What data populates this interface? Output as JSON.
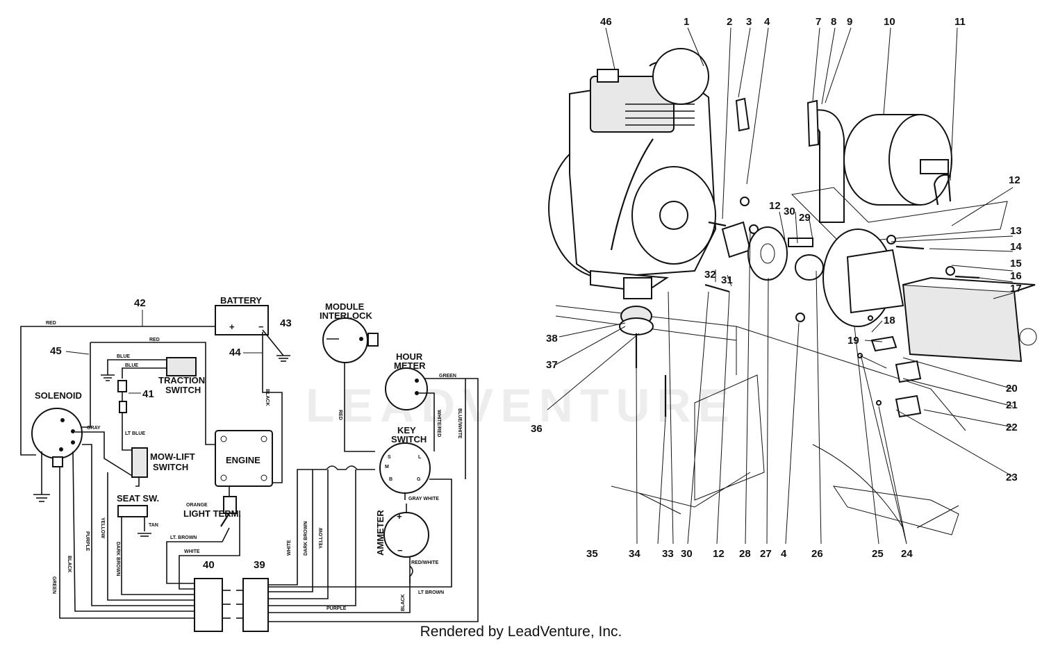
{
  "wiring": {
    "components": {
      "battery": "BATTERY",
      "battery_plus": "+",
      "battery_minus": "−",
      "module_interlock": "MODULE INTERLOCK",
      "traction_switch": "TRACTION SWITCH",
      "solenoid": "SOLENOID",
      "mow_lift_switch": "MOW-LIFT SWITCH",
      "engine": "ENGINE",
      "seat_sw": "SEAT SW.",
      "light_term": "LIGHT TERM.",
      "hour_meter": "HOUR METER",
      "key_switch": "KEY SWITCH",
      "ammeter": "AMMETER",
      "ammeter_plus": "+",
      "ammeter_minus": "−"
    },
    "key_terminals": [
      "S",
      "L",
      "M",
      "B",
      "G"
    ],
    "wire_labels": {
      "red_top": "RED",
      "red_mid": "RED",
      "red_interlock": "RED",
      "blue1": "BLUE",
      "blue2": "BLUE",
      "lt_blue": "LT BLUE",
      "black_batt": "BLACK",
      "black_bottom": "BLACK",
      "black_left": "BLACK",
      "gray": "GRAY",
      "green_hour": "GREEN",
      "green_left": "GREEN",
      "white_red": "WHITE/RED",
      "blue_white": "BLUE/WHITE",
      "gray_white": "GRAY WHITE",
      "red_white": "RED/WHITE",
      "lt_brown_bottom": "LT BROWN",
      "lt_brown_light": "LT. BROWN",
      "white_light": "WHITE",
      "white_v": "WHITE",
      "orange": "ORANGE",
      "tan": "TAN",
      "purple_v": "PURPLE",
      "purple_bottom": "PURPLE",
      "yellow_left": "YELLOW",
      "yellow_right": "YELLOW",
      "dark_brown_left": "DARK BROWN",
      "dark_brown_right": "DARK BROWN"
    },
    "callouts": [
      "42",
      "43",
      "44",
      "45",
      "41",
      "40",
      "39"
    ]
  },
  "exploded": {
    "callouts_top": [
      "46",
      "1",
      "2",
      "3",
      "4",
      "7",
      "8",
      "9",
      "10",
      "11"
    ],
    "callouts_right": [
      "12",
      "13",
      "14",
      "15",
      "16",
      "17",
      "18",
      "19",
      "20",
      "21",
      "22",
      "23"
    ],
    "callouts_inner": [
      "12",
      "30",
      "29",
      "32",
      "31",
      "38",
      "37",
      "36"
    ],
    "callouts_bottom": [
      "35",
      "34",
      "33",
      "30",
      "12",
      "28",
      "27",
      "4",
      "26",
      "25",
      "24"
    ]
  },
  "footer": "Rendered by LeadVenture, Inc.",
  "watermark": "LEADVENTURE"
}
